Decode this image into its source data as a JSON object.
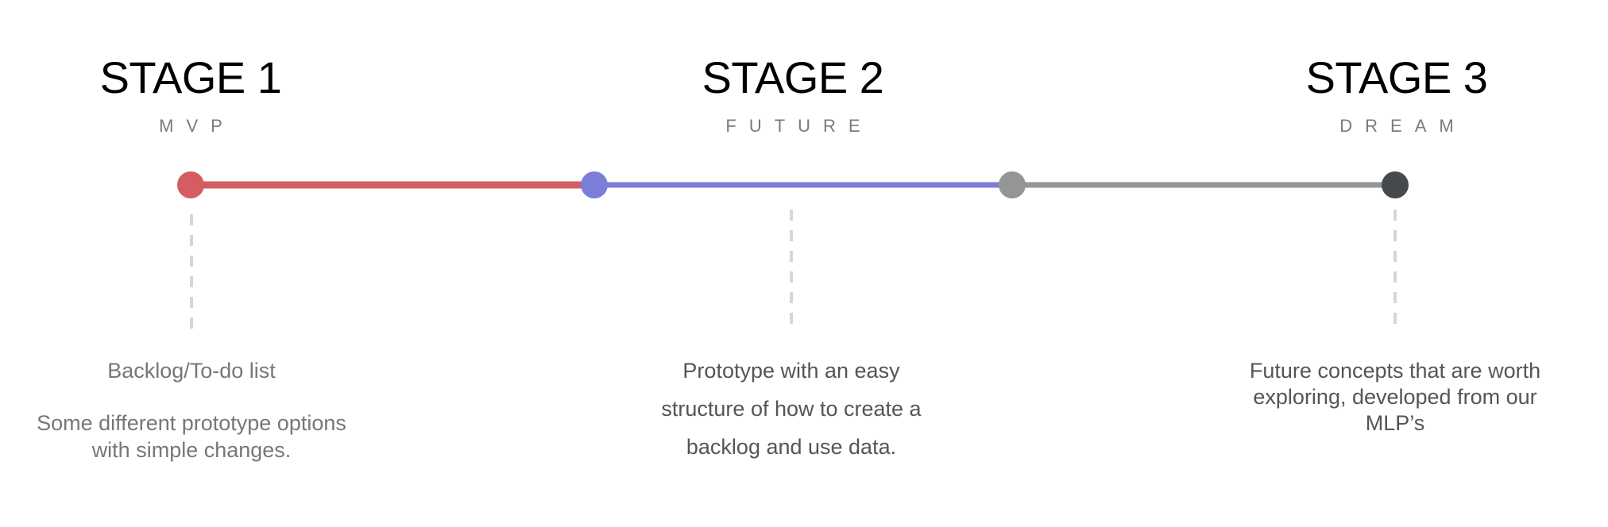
{
  "stages": [
    {
      "title": "STAGE 1",
      "subtitle": "MVP"
    },
    {
      "title": "STAGE 2",
      "subtitle": "FUTURE"
    },
    {
      "title": "STAGE 3",
      "subtitle": "DREAM"
    }
  ],
  "colors": {
    "segment_1": "#d35d60",
    "segment_2": "#7b7ed8",
    "segment_3": "#939596",
    "end_node": "#454a4c",
    "dashes": "#d6d6d6"
  },
  "descriptions": {
    "stage1": {
      "line1": "Backlog/To-do list",
      "line2": "Some different prototype options with simple changes."
    },
    "stage2": {
      "line1": "Prototype with an easy",
      "line2": "structure of how to create a",
      "line3": "backlog and use data."
    },
    "stage3": {
      "text": "Future concepts that are worth exploring, developed from our MLP’s"
    }
  }
}
